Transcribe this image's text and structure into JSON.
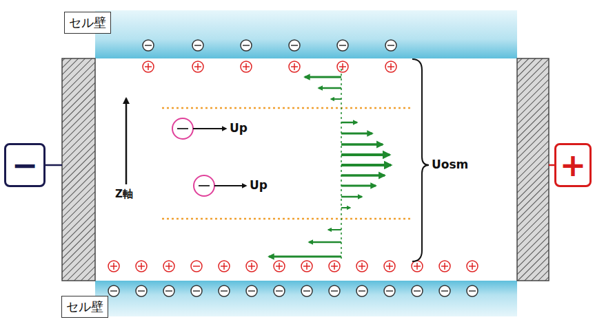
{
  "diagram": {
    "nodes": [
      {
        "text": [
          "セル壁"
        ]
      },
      {
        "text": [
          "−"
        ]
      },
      {
        "text": [
          "+"
        ]
      },
      {
        "text": [
          "セル壁"
        ]
      }
    ],
    "labels": [
      "Up",
      "Up",
      "Z軸",
      "Uosm"
    ]
  }
}
